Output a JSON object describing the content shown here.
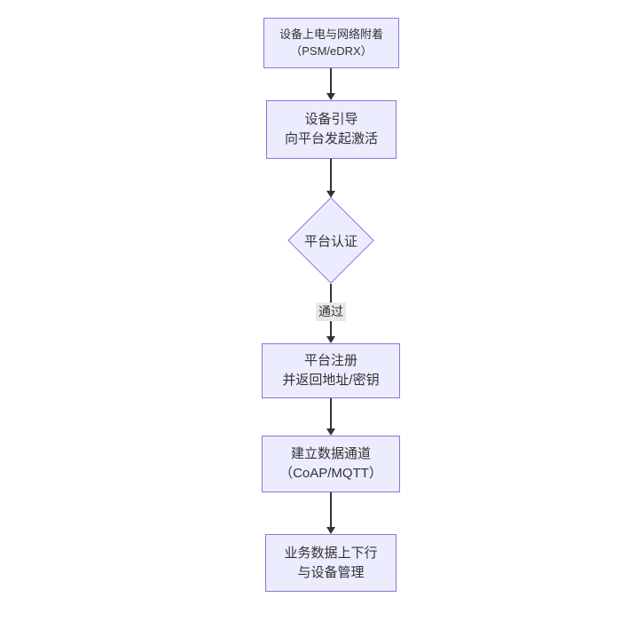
{
  "diagram": {
    "type": "flowchart",
    "direction": "top-down",
    "colors": {
      "node_fill": "#ECECFF",
      "node_border": "#9370DB",
      "edge_color": "#333333",
      "text_color": "#333333",
      "edge_label_bg": "#E8E8E8"
    },
    "nodes": [
      {
        "id": "power-on-network-attach",
        "shape": "rect",
        "lines": [
          "设备上电与网络附着",
          "（PSM/eDRX）"
        ]
      },
      {
        "id": "device-bootstrap",
        "shape": "rect",
        "lines": [
          "设备引导",
          "向平台发起激活"
        ]
      },
      {
        "id": "platform-auth",
        "shape": "diamond",
        "lines": [
          "平台认证"
        ]
      },
      {
        "id": "platform-register",
        "shape": "rect",
        "lines": [
          "平台注册",
          "并返回地址/密钥"
        ]
      },
      {
        "id": "data-channel",
        "shape": "rect",
        "lines": [
          "建立数据通道",
          "（CoAP/MQTT）"
        ]
      },
      {
        "id": "business-data",
        "shape": "rect",
        "lines": [
          "业务数据上下行",
          "与设备管理"
        ]
      }
    ],
    "edges": [
      {
        "from": "power-on-network-attach",
        "to": "device-bootstrap",
        "label": ""
      },
      {
        "from": "device-bootstrap",
        "to": "platform-auth",
        "label": ""
      },
      {
        "from": "platform-auth",
        "to": "platform-register",
        "label": "通过"
      },
      {
        "from": "platform-register",
        "to": "data-channel",
        "label": ""
      },
      {
        "from": "data-channel",
        "to": "business-data",
        "label": ""
      }
    ]
  }
}
